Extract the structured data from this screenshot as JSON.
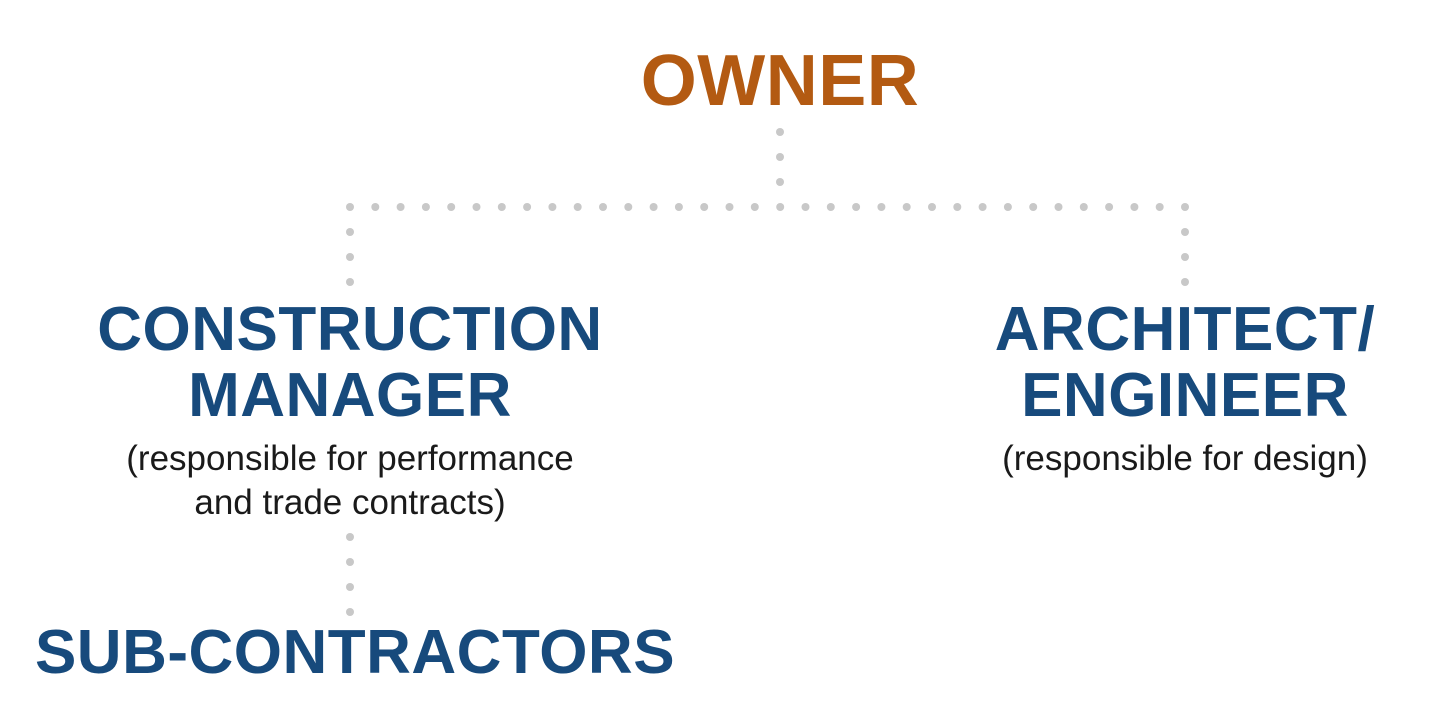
{
  "colors": {
    "owner": "#b35a12",
    "party": "#174a7c",
    "connector": "#c8c8c8",
    "description": "#1a1a1a"
  },
  "nodes": {
    "owner": {
      "title_lines": [
        "OWNER"
      ]
    },
    "construction_manager": {
      "title_lines": [
        "CONSTRUCTION",
        "MANAGER"
      ],
      "description_lines": [
        "(responsible for performance",
        "and trade contracts)"
      ]
    },
    "architect_engineer": {
      "title_lines": [
        "ARCHITECT/",
        "ENGINEER"
      ],
      "description_lines": [
        "(responsible for design)"
      ]
    },
    "subcontractors": {
      "title_lines": [
        "SUB-CONTRACTORS"
      ]
    }
  },
  "edges": [
    {
      "from": "owner",
      "to": "construction_manager",
      "style": "dotted"
    },
    {
      "from": "owner",
      "to": "architect_engineer",
      "style": "dotted"
    },
    {
      "from": "construction_manager",
      "to": "subcontractors",
      "style": "dotted"
    }
  ]
}
